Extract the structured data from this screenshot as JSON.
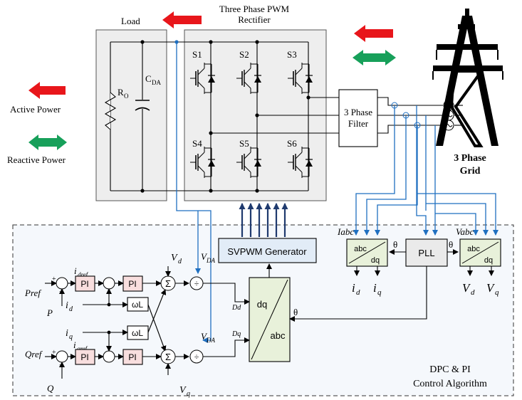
{
  "labels": {
    "load": "Load",
    "rectifier_line1": "Three Phase PWM",
    "rectifier_line2": "Rectifier",
    "ro": "R",
    "ro_sub": "O",
    "cda": "C",
    "cda_sub": "DA",
    "switches": [
      "S1",
      "S2",
      "S3",
      "S4",
      "S5",
      "S6"
    ],
    "filter_line1": "3 Phase",
    "filter_line2": "Filter",
    "grid_line1": "3 Phase",
    "grid_line2": "Grid",
    "active_power": "Active Power",
    "reactive_power": "Reactive Power",
    "svpwm": "SVPWM Generator",
    "pll": "PLL",
    "abc": "abc",
    "dq": "dq",
    "iabc": "Iabc",
    "vabc": "Vabc",
    "theta": "θ",
    "id_out": "i",
    "id_out_sub": "d",
    "iq_out": "i",
    "iq_out_sub": "q",
    "vd_out": "V",
    "vd_out_sub": "d",
    "vq_out": "V",
    "vq_out_sub": "q",
    "pref": "Pref",
    "qref": "Qref",
    "p": "P",
    "q": "Q",
    "idref": "i",
    "idref_sub": "dref",
    "iqref": "i",
    "iqref_sub": "qref",
    "pi": "PI",
    "sigma": "Σ",
    "omega_l": "ωL",
    "id_in": "i",
    "id_in_sub": "d",
    "iq_in": "i",
    "iq_in_sub": "q",
    "vd_in": "V",
    "vd_in_sub": "d",
    "vq_in": "V",
    "vq_in_sub": "q",
    "vda": "V",
    "vda_sub": "DA",
    "dd": "Dd",
    "dq_sig": "Dq",
    "div": "÷",
    "plus": "+",
    "minus": "−",
    "dpc_line1": "DPC & PI",
    "dpc_line2": "Control Algorithm"
  },
  "colors": {
    "active_arrow": "#e8161b",
    "reactive_arrow": "#17a05a",
    "signal_wire": "#1f6fc0",
    "gate_arrow": "#1f3a6e",
    "pi_block": "#f8dede",
    "svpwm_block": "#e2ecf7",
    "transform_block": "#e8f1da",
    "pll_block": "#eaeaea",
    "panel_fill": "#eeeeee",
    "control_fill": "#f5f8fc"
  },
  "icons": [
    "active-power-arrow-icon",
    "reactive-power-arrow-icon",
    "transmission-tower-icon",
    "ac-source-icon",
    "igbt-switch-icon"
  ]
}
